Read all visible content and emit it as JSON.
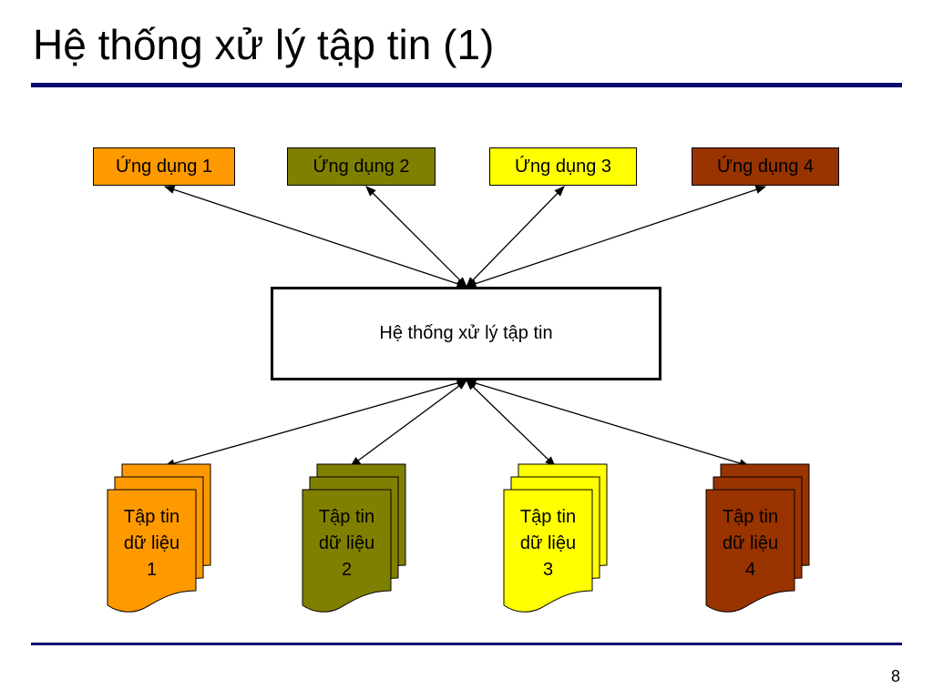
{
  "slide": {
    "title": "Hệ thống xử lý tập tin (1)",
    "page_number": "8"
  },
  "diagram": {
    "center": {
      "label": "Hệ thống xử lý tập tin"
    },
    "applications": [
      {
        "label": "Ứng dụng 1",
        "color": "#FF9900"
      },
      {
        "label": "Ứng dụng 2",
        "color": "#808000"
      },
      {
        "label": "Ứng dụng 3",
        "color": "#FFFF00"
      },
      {
        "label": "Ứng dụng 4",
        "color": "#993300"
      }
    ],
    "data_files": [
      {
        "line1": "Tập tin",
        "line2": "dữ liệu",
        "line3": "1",
        "color": "#FF9900"
      },
      {
        "line1": "Tập tin",
        "line2": "dữ liệu",
        "line3": "2",
        "color": "#808000"
      },
      {
        "line1": "Tập tin",
        "line2": "dữ liệu",
        "line3": "3",
        "color": "#FFFF00"
      },
      {
        "line1": "Tập tin",
        "line2": "dữ liệu",
        "line3": "4",
        "color": "#993300"
      }
    ]
  }
}
